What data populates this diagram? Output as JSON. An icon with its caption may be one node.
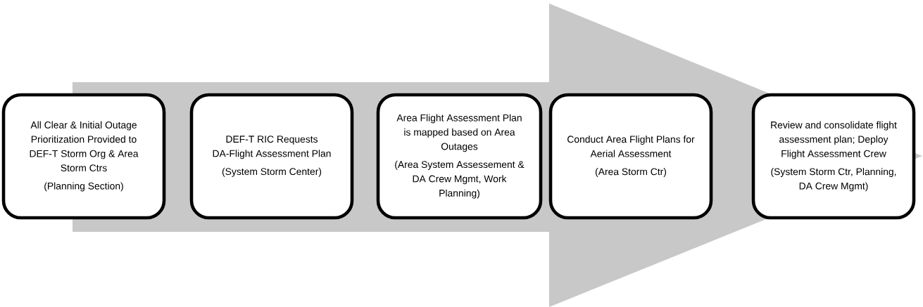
{
  "diagram": {
    "nodes": [
      {
        "text": [
          "All Clear & Initial Outage Prioritization Provided to DEF-T Storm Org & Area Storm Ctrs",
          "(Planning Section)"
        ]
      },
      {
        "text": [
          "DEF-T RIC  Requests DA-Flight Assessment Plan",
          "(System Storm Center)"
        ]
      },
      {
        "text": [
          "Area Flight Assessment Plan is mapped based on Area Outages",
          "(Area System Assessement & DA Crew Mgmt, Work Planning)"
        ]
      },
      {
        "text": [
          "Conduct Area Flight Plans  for Aerial Assessment",
          "(Area Storm Ctr)"
        ]
      },
      {
        "text": [
          "Review and consolidate flight assessment plan; Deploy Flight Assessment Crew",
          "(System Storm Ctr, Planning, DA Crew Mgmt)"
        ]
      }
    ],
    "edges": [
      {
        "from": 0,
        "to": 4,
        "arrow": "to"
      }
    ]
  }
}
